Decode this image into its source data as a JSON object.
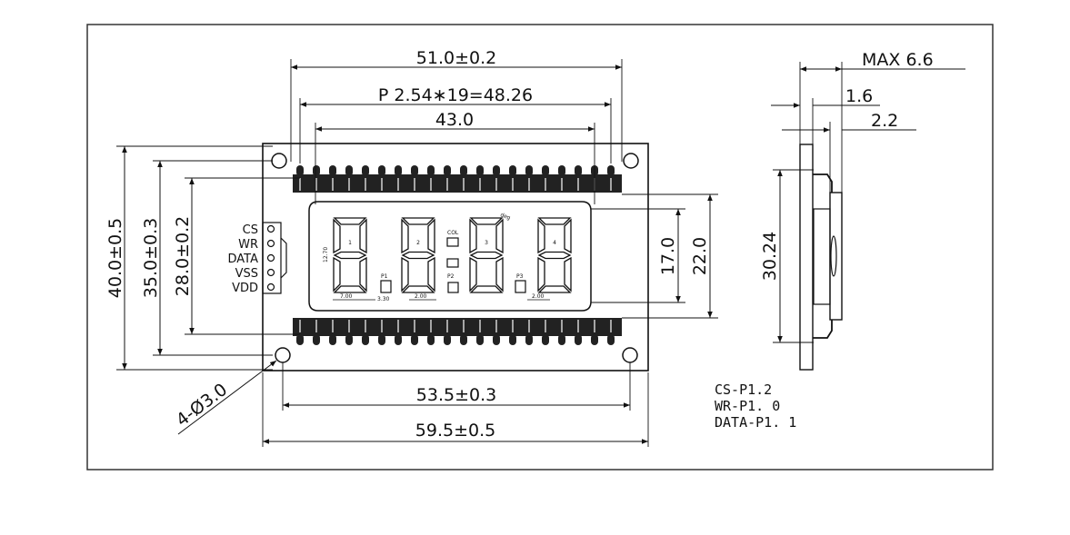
{
  "dimensions": {
    "overall_width": "51.0±0.2",
    "pitch": "P  2.54∗19=48.26",
    "inner_width": "43.0",
    "module_height": "40.0±0.5",
    "hole_pitch_height": "35.0±0.3",
    "pin_row_height": "28.0±0.2",
    "window_height": "17.0",
    "glass_height": "22.0",
    "hole_pitch_width": "53.5±0.3",
    "board_width": "59.5±0.5",
    "hole_spec": "4-Ø3.0",
    "max_thickness": "MAX  6.6",
    "board_thickness": "1.6",
    "glass_thickness": "2.2",
    "side_height": "30.24"
  },
  "pin_labels": [
    "CS",
    "WR",
    "DATA",
    "VSS",
    "VDD"
  ],
  "digits": [
    "1",
    "2",
    "3",
    "4"
  ],
  "segment_labels": {
    "col": "COL",
    "p1": "P1",
    "p2": "P2",
    "p3": "P3",
    "deg": "deg"
  },
  "small_dims": {
    "h": "12.70",
    "a": "7.00",
    "b": "3.30",
    "c": "2.00",
    "d": "2.00"
  },
  "notes": [
    "CS-P1.2",
    "WR-P1. 0",
    "DATA-P1. 1"
  ]
}
